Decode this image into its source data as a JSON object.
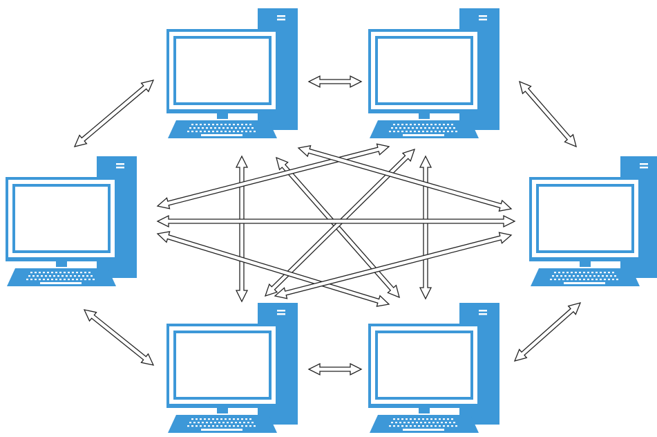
{
  "diagram": {
    "type": "peer-to-peer-mesh",
    "node_icon": "desktop-computer-icon",
    "colors": {
      "computer": "#3d98d8",
      "screen": "#ffffff",
      "arrow_stroke": "#222222",
      "arrow_fill": "#ffffff",
      "background": "#ffffff"
    },
    "nodes": [
      {
        "id": "top-left"
      },
      {
        "id": "top-right"
      },
      {
        "id": "middle-left"
      },
      {
        "id": "middle-right"
      },
      {
        "id": "bottom-left"
      },
      {
        "id": "bottom-right"
      }
    ],
    "links": [
      {
        "from": "top-left",
        "to": "top-right"
      },
      {
        "from": "top-left",
        "to": "middle-left"
      },
      {
        "from": "top-right",
        "to": "middle-right"
      },
      {
        "from": "bottom-left",
        "to": "bottom-right"
      },
      {
        "from": "middle-left",
        "to": "bottom-left"
      },
      {
        "from": "middle-right",
        "to": "bottom-right"
      },
      {
        "from": "top-left",
        "to": "bottom-left"
      },
      {
        "from": "top-right",
        "to": "bottom-right"
      },
      {
        "from": "top-left",
        "to": "bottom-right"
      },
      {
        "from": "top-right",
        "to": "bottom-left"
      },
      {
        "from": "middle-left",
        "to": "middle-right"
      },
      {
        "from": "middle-left",
        "to": "top-right"
      },
      {
        "from": "middle-left",
        "to": "bottom-right"
      },
      {
        "from": "top-left",
        "to": "middle-right"
      },
      {
        "from": "bottom-left",
        "to": "middle-right"
      }
    ]
  }
}
